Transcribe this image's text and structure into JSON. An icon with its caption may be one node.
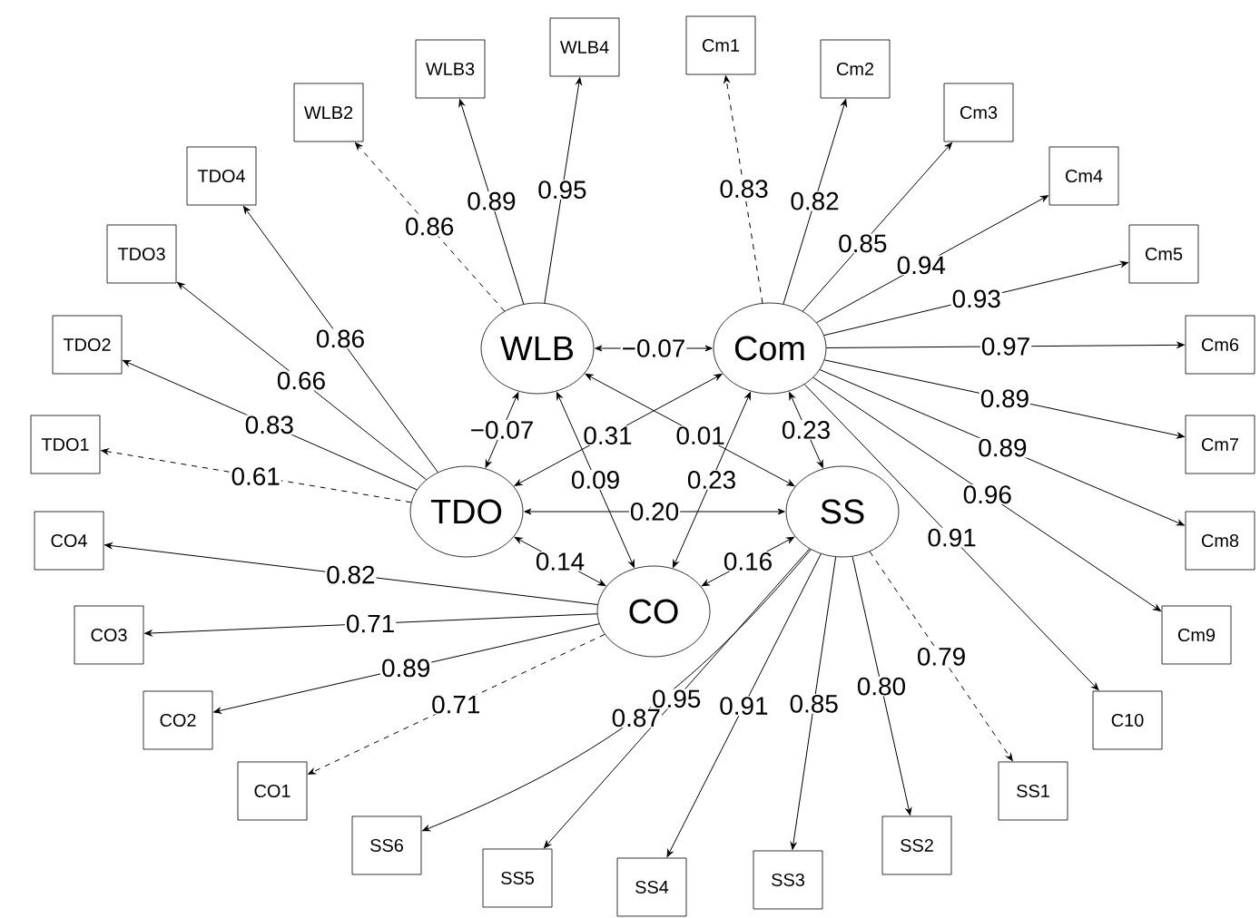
{
  "diagram": {
    "nodes": [
      {
        "text": [
          "WLB"
        ]
      },
      {
        "text": [
          "Com"
        ]
      },
      {
        "text": [
          "TDO"
        ]
      },
      {
        "text": [
          "SS"
        ]
      },
      {
        "text": [
          "CO"
        ]
      },
      {
        "text": [
          "WLB2"
        ]
      },
      {
        "text": [
          "WLB3"
        ]
      },
      {
        "text": [
          "WLB4"
        ]
      },
      {
        "text": [
          "Cm1"
        ]
      },
      {
        "text": [
          "Cm2"
        ]
      },
      {
        "text": [
          "Cm3"
        ]
      },
      {
        "text": [
          "Cm4"
        ]
      },
      {
        "text": [
          "Cm5"
        ]
      },
      {
        "text": [
          "Cm6"
        ]
      },
      {
        "text": [
          "Cm7"
        ]
      },
      {
        "text": [
          "Cm8"
        ]
      },
      {
        "text": [
          "Cm9"
        ]
      },
      {
        "text": [
          "C10"
        ]
      },
      {
        "text": [
          "SS1"
        ]
      },
      {
        "text": [
          "SS2"
        ]
      },
      {
        "text": [
          "SS3"
        ]
      },
      {
        "text": [
          "SS4"
        ]
      },
      {
        "text": [
          "SS5"
        ]
      },
      {
        "text": [
          "SS6"
        ]
      },
      {
        "text": [
          "CO1"
        ]
      },
      {
        "text": [
          "CO2"
        ]
      },
      {
        "text": [
          "CO3"
        ]
      },
      {
        "text": [
          "CO4"
        ]
      },
      {
        "text": [
          "TDO1"
        ]
      },
      {
        "text": [
          "TDO2"
        ]
      },
      {
        "text": [
          "TDO3"
        ]
      },
      {
        "text": [
          "TDO4"
        ]
      }
    ],
    "edges": [
      {
        "from": 0,
        "to": 5,
        "arrow": "to",
        "label": "0.86",
        "style": "dashed"
      },
      {
        "from": 0,
        "to": 6,
        "arrow": "to",
        "label": "0.89"
      },
      {
        "from": 0,
        "to": 7,
        "arrow": "to",
        "label": "0.95"
      },
      {
        "from": 1,
        "to": 8,
        "arrow": "to",
        "label": "0.83",
        "style": "dashed"
      },
      {
        "from": 1,
        "to": 9,
        "arrow": "to",
        "label": "0.82"
      },
      {
        "from": 1,
        "to": 10,
        "arrow": "to",
        "label": "0.85"
      },
      {
        "from": 1,
        "to": 11,
        "arrow": "to",
        "label": "0.94"
      },
      {
        "from": 1,
        "to": 12,
        "arrow": "to",
        "label": "0.93"
      },
      {
        "from": 1,
        "to": 13,
        "arrow": "to",
        "label": "0.97"
      },
      {
        "from": 1,
        "to": 14,
        "arrow": "to",
        "label": "0.89"
      },
      {
        "from": 1,
        "to": 15,
        "arrow": "to",
        "label": "0.89"
      },
      {
        "from": 1,
        "to": 16,
        "arrow": "to",
        "label": "0.96"
      },
      {
        "from": 1,
        "to": 17,
        "arrow": "to",
        "label": "0.91"
      },
      {
        "from": 3,
        "to": 18,
        "arrow": "to",
        "label": "0.79",
        "style": "dashed"
      },
      {
        "from": 3,
        "to": 19,
        "arrow": "to",
        "label": "0.80"
      },
      {
        "from": 3,
        "to": 20,
        "arrow": "to",
        "label": "0.85"
      },
      {
        "from": 3,
        "to": 21,
        "arrow": "to",
        "label": "0.91"
      },
      {
        "from": 3,
        "to": 22,
        "arrow": "to",
        "label": "0.95"
      },
      {
        "from": 3,
        "to": 23,
        "arrow": "to",
        "label": "0.87"
      },
      {
        "from": 4,
        "to": 24,
        "arrow": "to",
        "label": "0.71",
        "style": "dashed"
      },
      {
        "from": 4,
        "to": 25,
        "arrow": "to",
        "label": "0.89"
      },
      {
        "from": 4,
        "to": 26,
        "arrow": "to",
        "label": "0.71"
      },
      {
        "from": 4,
        "to": 27,
        "arrow": "to",
        "label": "0.82"
      },
      {
        "from": 2,
        "to": 28,
        "arrow": "to",
        "label": "0.61",
        "style": "dashed"
      },
      {
        "from": 2,
        "to": 29,
        "arrow": "to",
        "label": "0.83"
      },
      {
        "from": 2,
        "to": 30,
        "arrow": "to",
        "label": "0.66"
      },
      {
        "from": 2,
        "to": 31,
        "arrow": "to",
        "label": "0.86"
      },
      {
        "from": 0,
        "to": 1,
        "arrow": "both",
        "label": "−0.07"
      },
      {
        "from": 0,
        "to": 2,
        "arrow": "both",
        "label": "−0.07"
      },
      {
        "from": 2,
        "to": 1,
        "arrow": "both",
        "label": "0.31"
      },
      {
        "from": 0,
        "to": 3,
        "arrow": "both",
        "label": "0.01"
      },
      {
        "from": 0,
        "to": 4,
        "arrow": "both",
        "label": "0.09"
      },
      {
        "from": 1,
        "to": 4,
        "arrow": "both",
        "label": "0.23"
      },
      {
        "from": 1,
        "to": 3,
        "arrow": "both",
        "label": "0.23"
      },
      {
        "from": 2,
        "to": 3,
        "arrow": "both",
        "label": "0.20"
      },
      {
        "from": 2,
        "to": 4,
        "arrow": "both",
        "label": "0.14"
      },
      {
        "from": 4,
        "to": 3,
        "arrow": "both",
        "label": "0.16"
      }
    ]
  }
}
